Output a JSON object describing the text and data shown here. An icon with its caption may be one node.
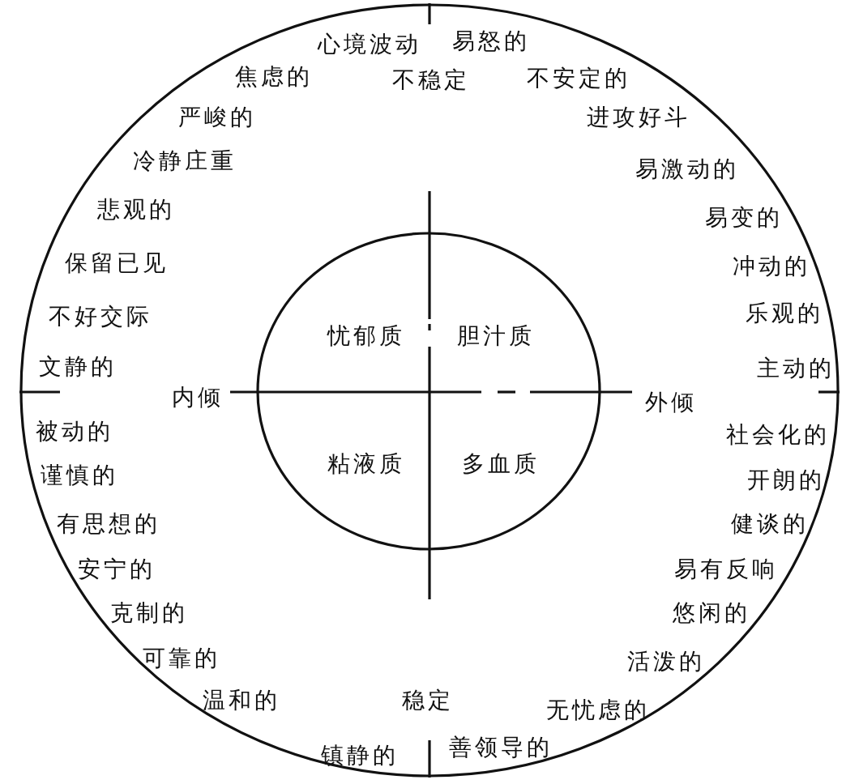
{
  "diagram": {
    "nodes": [
      {
        "text": [
          "心境波动",
          "焦虑的",
          "严峻的",
          "冷静庄重",
          "悲观的",
          "保留已见",
          "不好交际",
          "文静的",
          "易怒的",
          "不安定的",
          "进攻好斗",
          "易激动的",
          "易变的",
          "冲动的",
          "乐观的",
          "主动的",
          "被动的",
          "谨慎的",
          "有思想的",
          "安宁的",
          "克制的",
          "可靠的",
          "温和的",
          "镇静的",
          "社会化的",
          "开朗的",
          "健谈的",
          "易有反响",
          "悠闲的",
          "活泼的",
          "无忧虑的",
          "善领导的"
        ]
      },
      {
        "text": [
          "忧郁质",
          "胆汁质",
          "粘液质",
          "多血质"
        ],
        "in": 0
      }
    ],
    "labels": [
      "不稳定",
      "内倾",
      "外倾",
      "稳定"
    ]
  }
}
